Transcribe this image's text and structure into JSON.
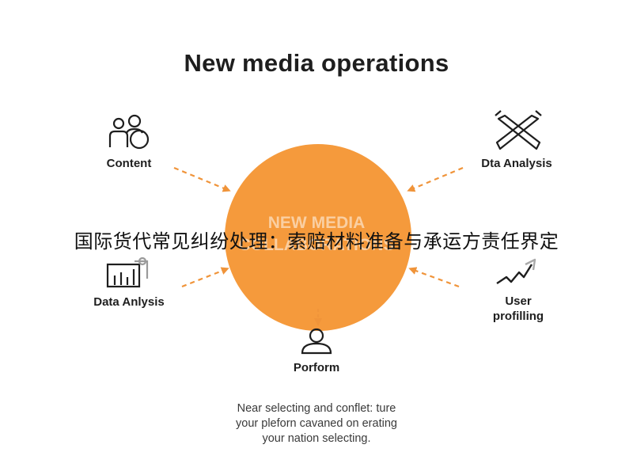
{
  "title": "New media operations",
  "center": {
    "line1": "NEW MEDIA",
    "line2": "COLLABORATIONS",
    "fill_color": "#f59a3c"
  },
  "arrow_color": "#f0943a",
  "nodes": {
    "content": {
      "label": "Content",
      "icon": "people-icon"
    },
    "dta_analysis": {
      "label": "Dta Analysis",
      "icon": "crossed-tools-icon"
    },
    "data_anlysis": {
      "label": "Data Anlysis",
      "icon": "bar-chart-icon"
    },
    "user_profilling": {
      "label_line1": "User",
      "label_line2": "profilling",
      "icon": "trend-line-icon"
    },
    "porform": {
      "label": "Porform",
      "icon": "user-icon"
    }
  },
  "overlay_text": "国际货代常见纠纷处理：索赔材料准备与承运方责任界定",
  "caption": {
    "line1": "Near selecting and conflet: ture",
    "line2": "your pleforn cavaned on erating",
    "line3": "your nation selecting."
  }
}
